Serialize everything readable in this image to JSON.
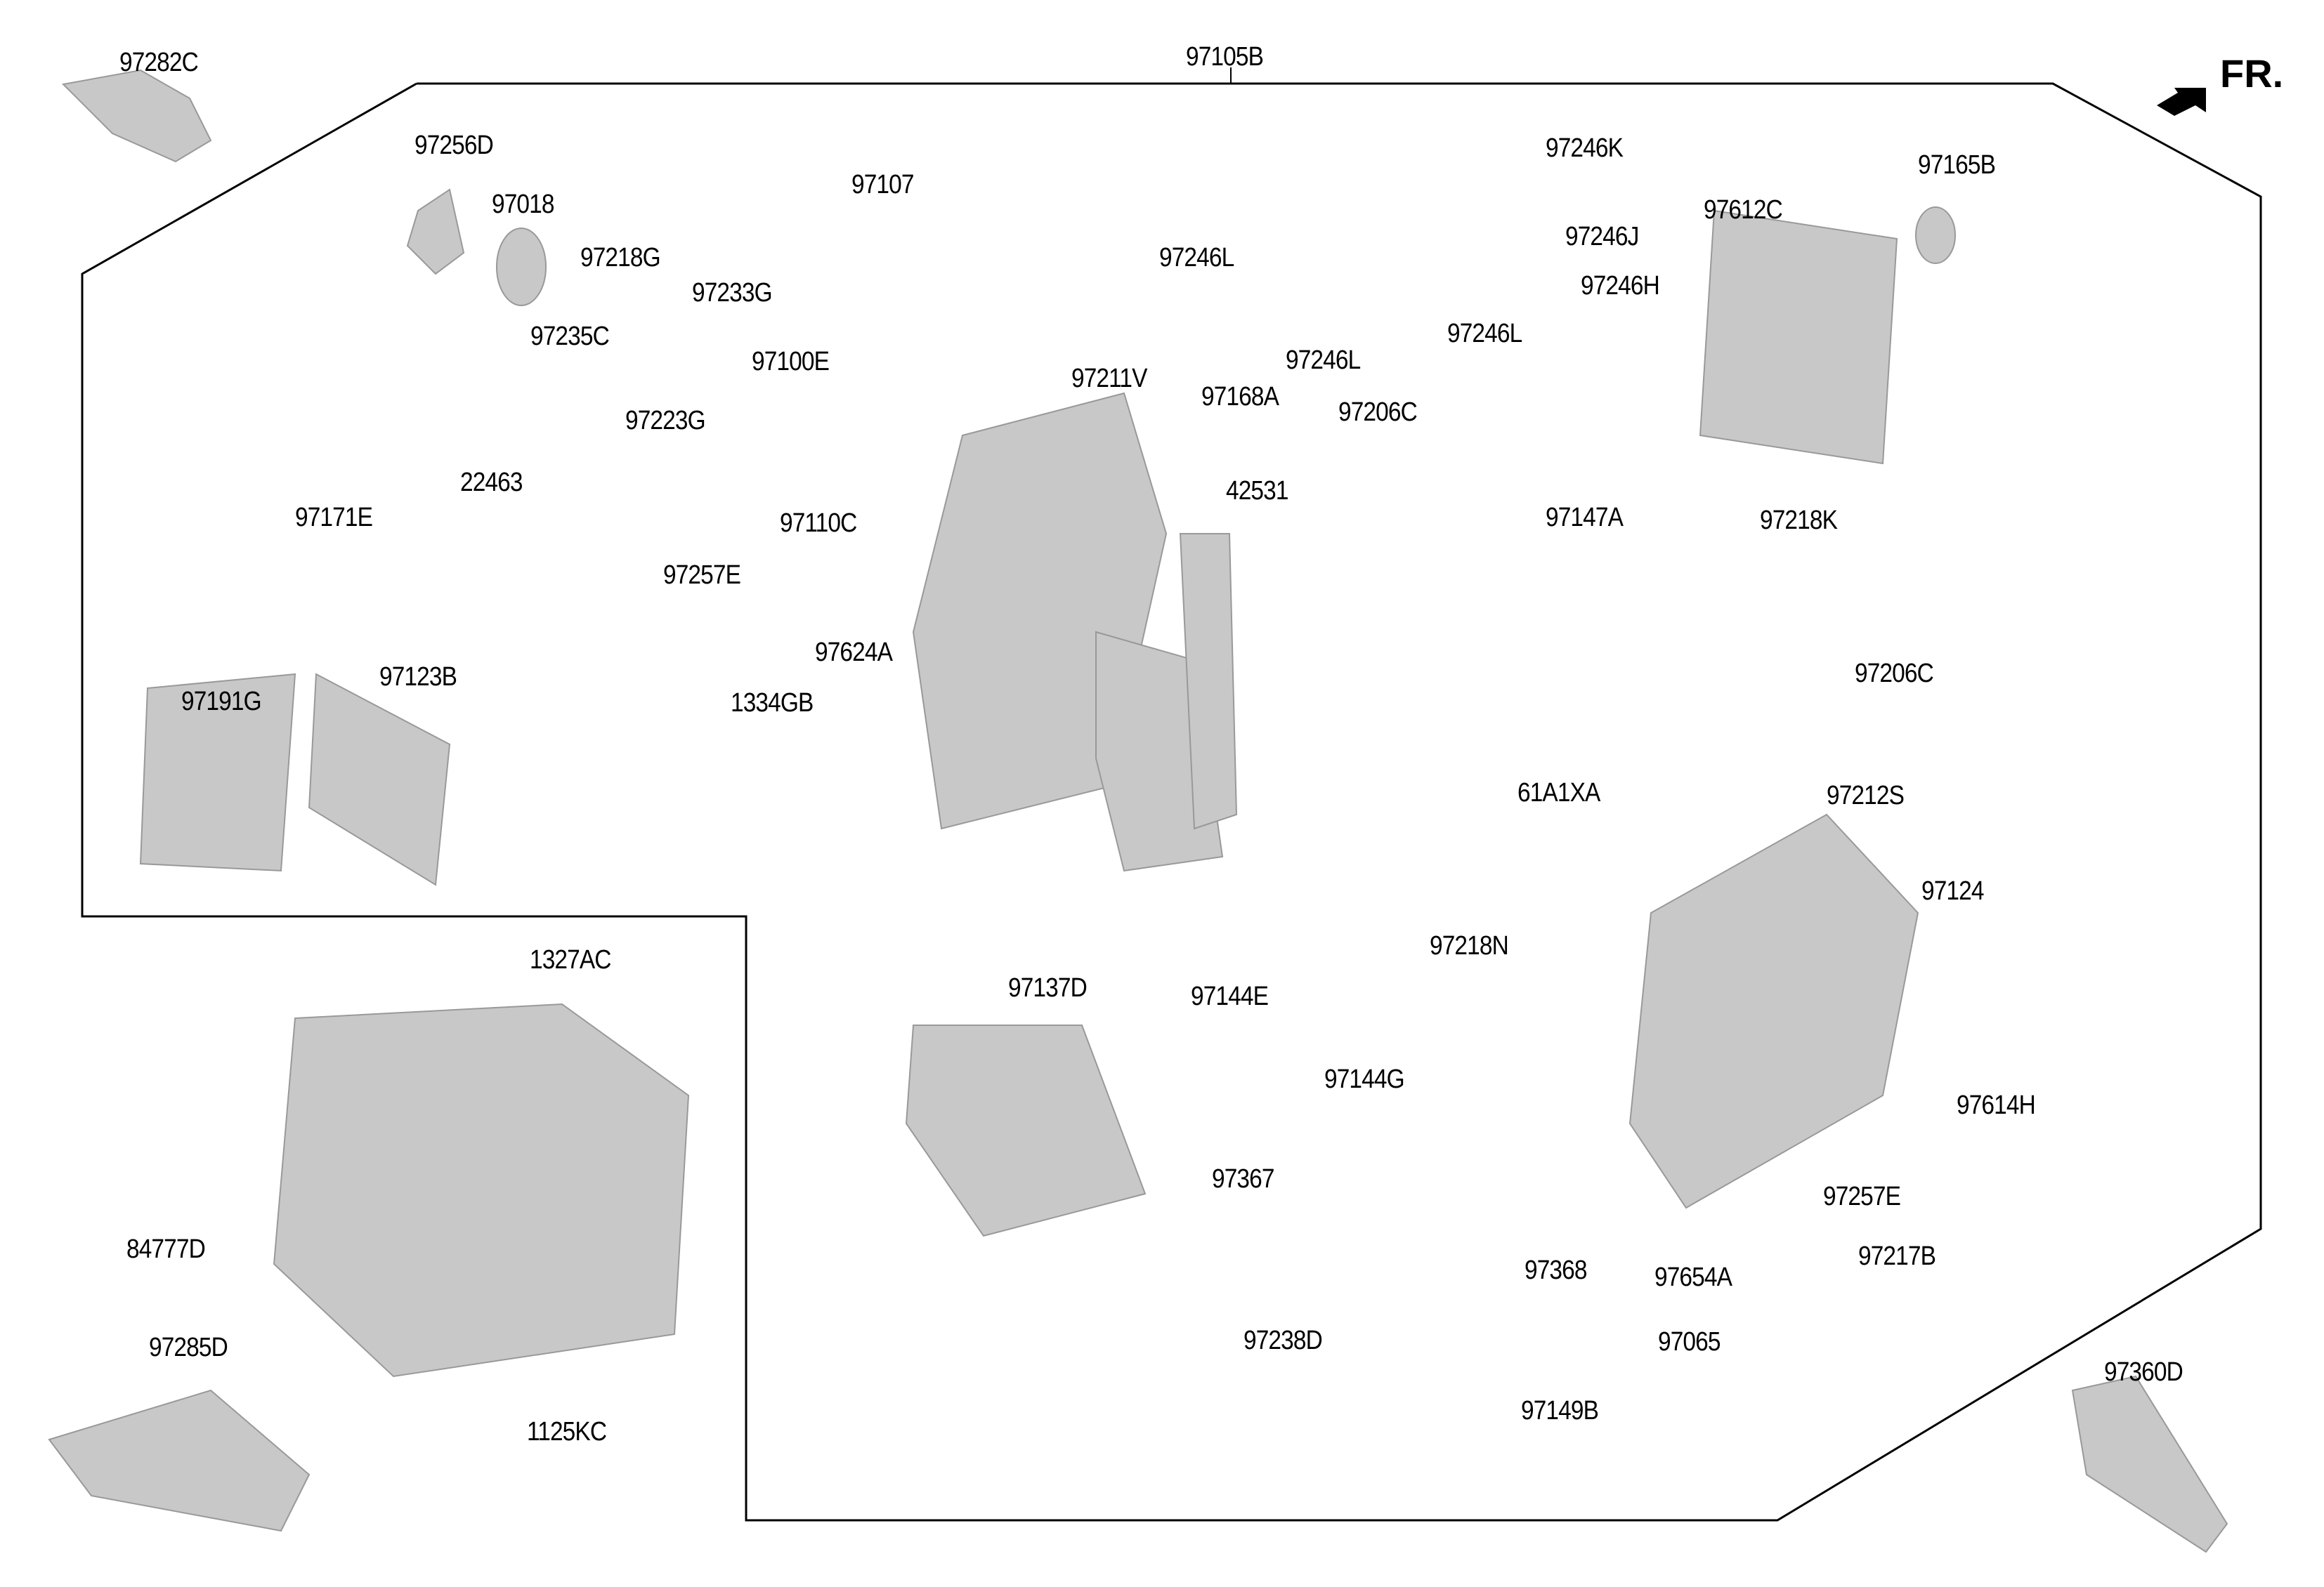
{
  "diagram": {
    "title_part": "97105B",
    "orientation": {
      "label": "FR.",
      "icon": "front-arrow-icon"
    },
    "parts": [
      {
        "id": "97282C"
      },
      {
        "id": "97256D"
      },
      {
        "id": "97018"
      },
      {
        "id": "97218G"
      },
      {
        "id": "97235C"
      },
      {
        "id": "97233G"
      },
      {
        "id": "97223G"
      },
      {
        "id": "97100E"
      },
      {
        "id": "97107"
      },
      {
        "id": "97110C"
      },
      {
        "id": "97257E"
      },
      {
        "id": "22463"
      },
      {
        "id": "97171E"
      },
      {
        "id": "97123B"
      },
      {
        "id": "97191G"
      },
      {
        "id": "97624A"
      },
      {
        "id": "1334GB"
      },
      {
        "id": "97211V"
      },
      {
        "id": "97168A"
      },
      {
        "id": "42531"
      },
      {
        "id": "97206C"
      },
      {
        "id": "97246K"
      },
      {
        "id": "97246J"
      },
      {
        "id": "97246H"
      },
      {
        "id": "97246L"
      },
      {
        "id": "97246L"
      },
      {
        "id": "97246L"
      },
      {
        "id": "97612C"
      },
      {
        "id": "97165B"
      },
      {
        "id": "97147A"
      },
      {
        "id": "97218K"
      },
      {
        "id": "97206C"
      },
      {
        "id": "61A1XA"
      },
      {
        "id": "97212S"
      },
      {
        "id": "97124"
      },
      {
        "id": "97144E"
      },
      {
        "id": "97218N"
      },
      {
        "id": "97144G"
      },
      {
        "id": "97137D"
      },
      {
        "id": "97614H"
      },
      {
        "id": "97257E"
      },
      {
        "id": "97367"
      },
      {
        "id": "97368"
      },
      {
        "id": "97654A"
      },
      {
        "id": "97217B"
      },
      {
        "id": "97238D"
      },
      {
        "id": "97065"
      },
      {
        "id": "97149B"
      },
      {
        "id": "97360D"
      },
      {
        "id": "1327AC"
      },
      {
        "id": "84777D"
      },
      {
        "id": "97285D"
      },
      {
        "id": "1125KC"
      }
    ]
  }
}
